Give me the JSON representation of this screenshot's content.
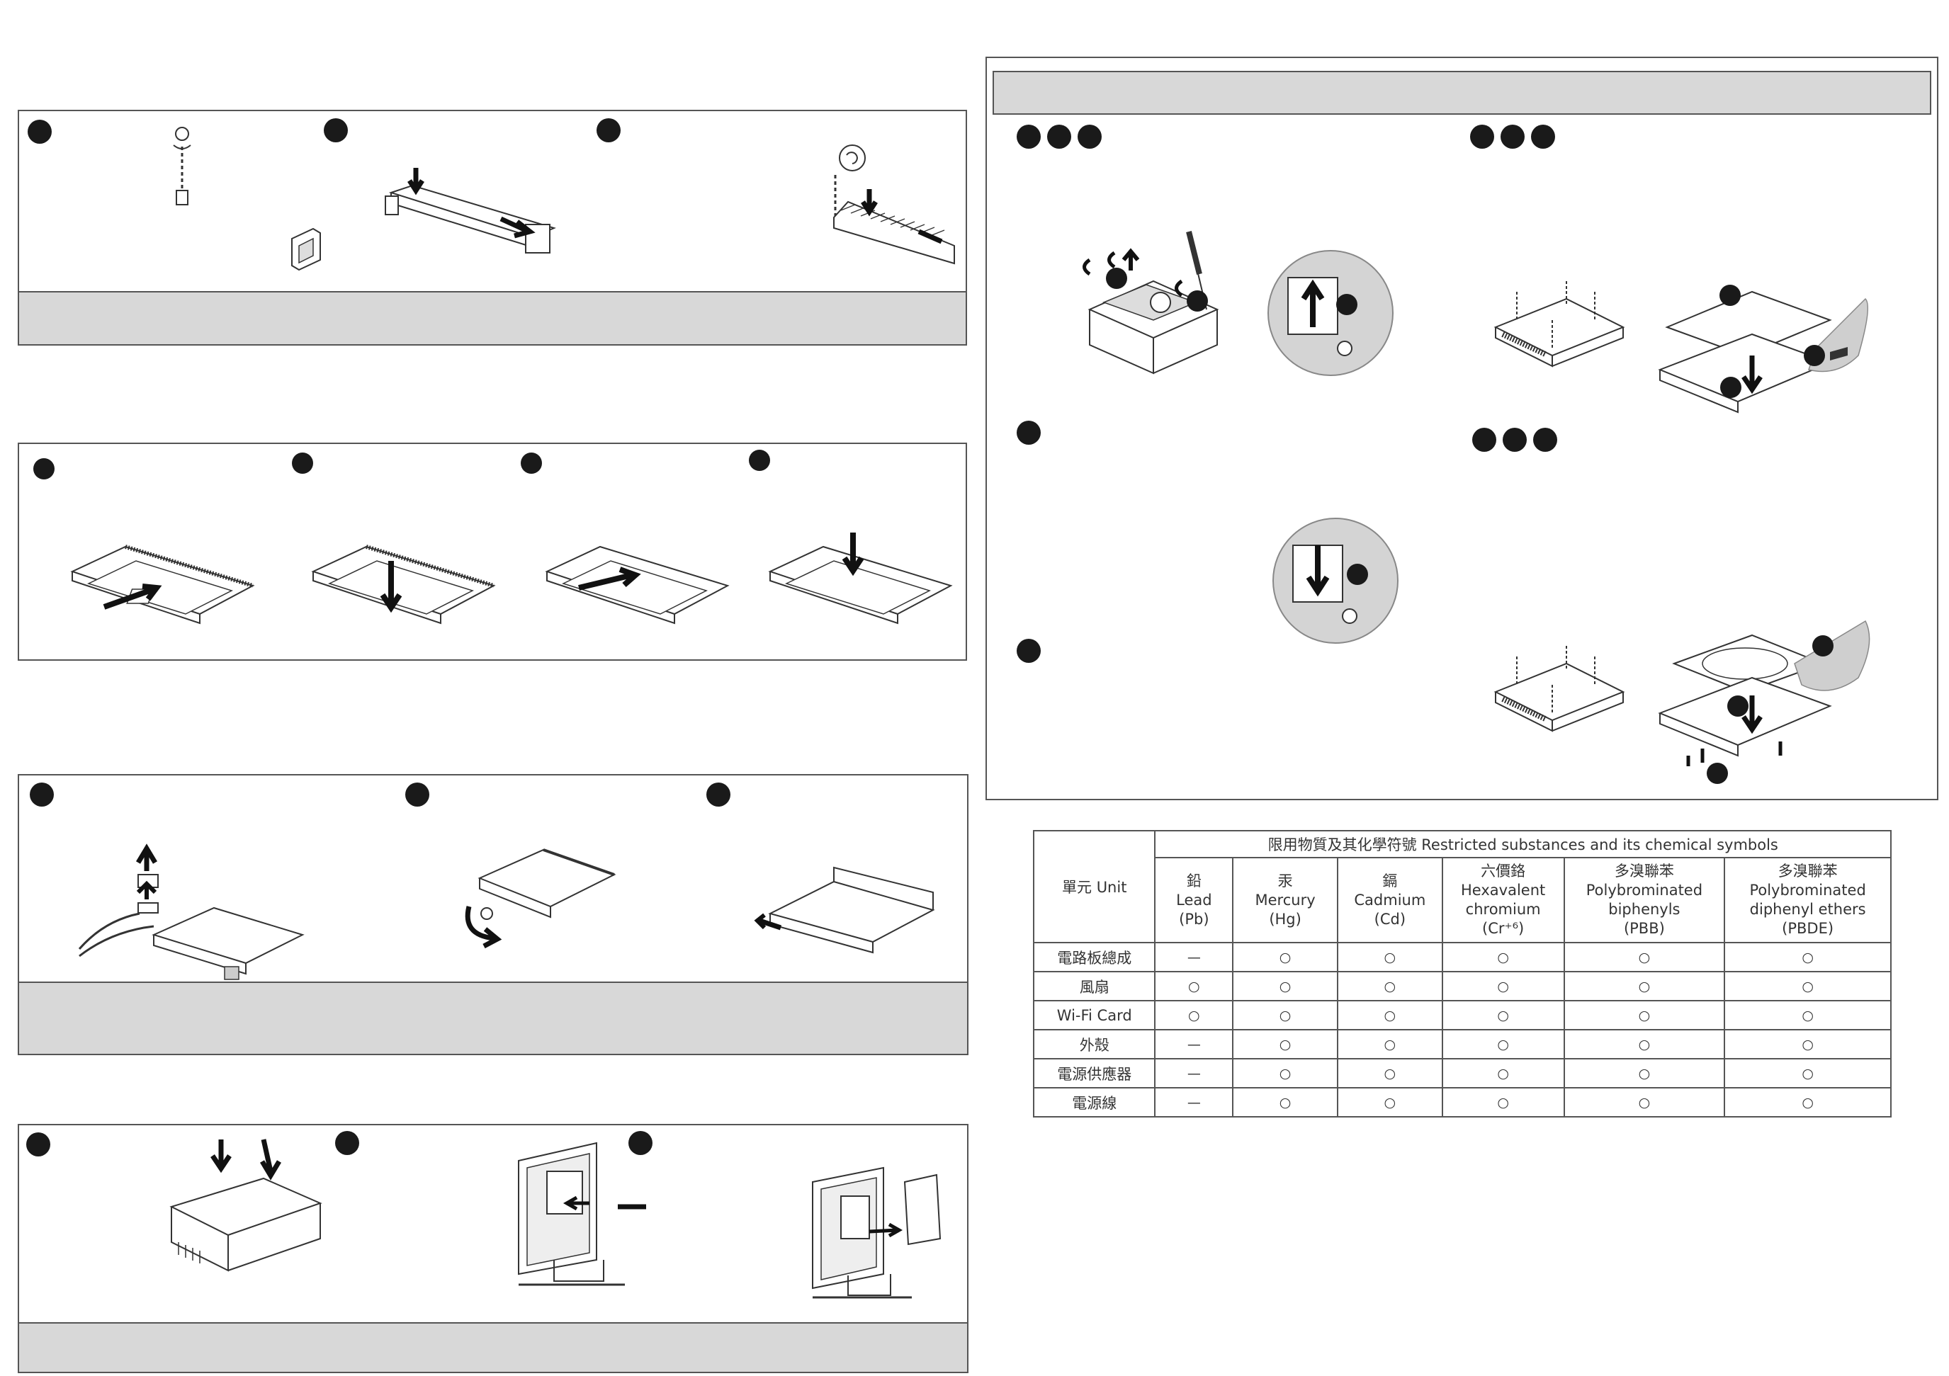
{
  "table": {
    "unit_header": "單元 Unit",
    "group_header": "限用物質及其化學符號 Restricted substances and its chemical symbols",
    "substances": [
      [
        "鉛",
        "Lead",
        "(Pb)"
      ],
      [
        "汞",
        "Mercury",
        "(Hg)"
      ],
      [
        "鎘",
        "Cadmium",
        "(Cd)"
      ],
      [
        "六價鉻",
        "Hexavalent",
        "chromium",
        "(Cr⁺⁶)"
      ],
      [
        "多溴聯苯",
        "Polybrominated",
        "biphenyls",
        "(PBB)"
      ],
      [
        "多溴聯苯",
        "Polybrominated",
        "diphenyl ethers",
        "(PBDE)"
      ]
    ],
    "rows": [
      {
        "unit": "電路板總成",
        "values": [
          "—",
          "○",
          "○",
          "○",
          "○",
          "○"
        ]
      },
      {
        "unit": "風扇",
        "values": [
          "○",
          "○",
          "○",
          "○",
          "○",
          "○"
        ]
      },
      {
        "unit": "Wi-Fi Card",
        "values": [
          "○",
          "○",
          "○",
          "○",
          "○",
          "○"
        ]
      },
      {
        "unit": "外殼",
        "values": [
          "—",
          "○",
          "○",
          "○",
          "○",
          "○"
        ]
      },
      {
        "unit": "電源供應器",
        "values": [
          "—",
          "○",
          "○",
          "○",
          "○",
          "○"
        ]
      },
      {
        "unit": "電源線",
        "values": [
          "—",
          "○",
          "○",
          "○",
          "○",
          "○"
        ]
      }
    ]
  },
  "colors": {
    "panel_border": "#555555",
    "band_gray": "#d8d8d8",
    "step_dot": "#1a1a1a",
    "illustration_line": "#333333"
  }
}
